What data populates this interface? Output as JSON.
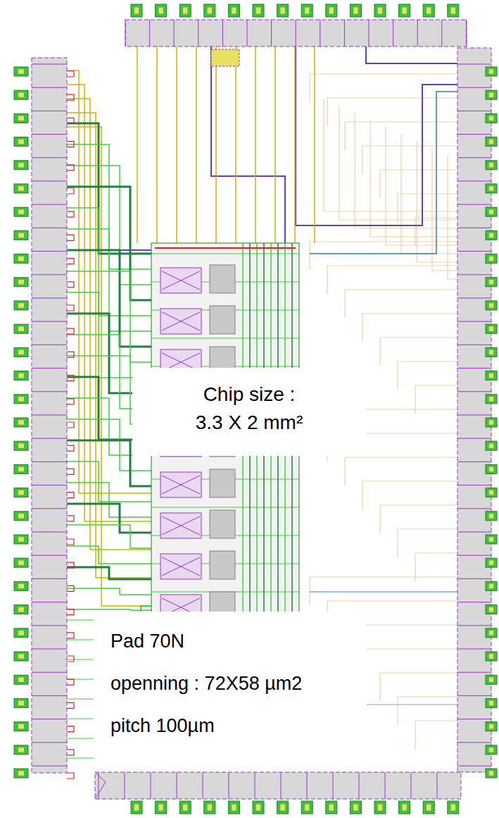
{
  "diagram": {
    "nodes": [
      {
        "text": [
          "Chip size :",
          "3.3 X 2 mm²"
        ]
      },
      {
        "text": [
          "Pad 70N",
          "openning : 72X58 µm2",
          "pitch 100µm"
        ]
      }
    ]
  }
}
